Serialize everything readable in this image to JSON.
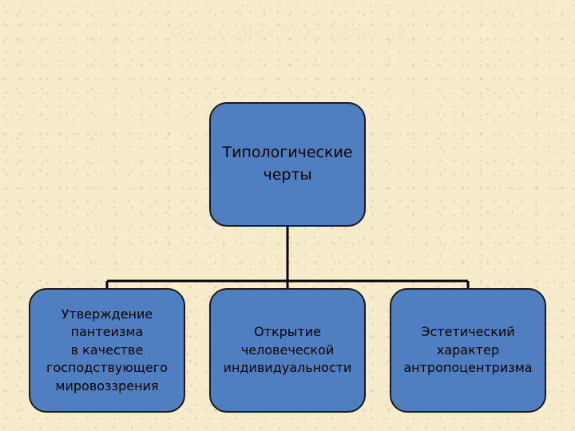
{
  "title": "Философия Возрождения",
  "root": {
    "label": "Типологические\nчерты"
  },
  "children": [
    {
      "label": "Утверждение\nпантеизма\nв качестве\nгосподствующего\nмировоззрения"
    },
    {
      "label": "Открытие\nчеловеческой\nиндивидуальности"
    },
    {
      "label": "Эстетический\nхарактер\nантропоцентризма"
    }
  ],
  "colors": {
    "node_fill": "#4f7fc0",
    "background": "#f6ebcb",
    "line": "#000000"
  }
}
